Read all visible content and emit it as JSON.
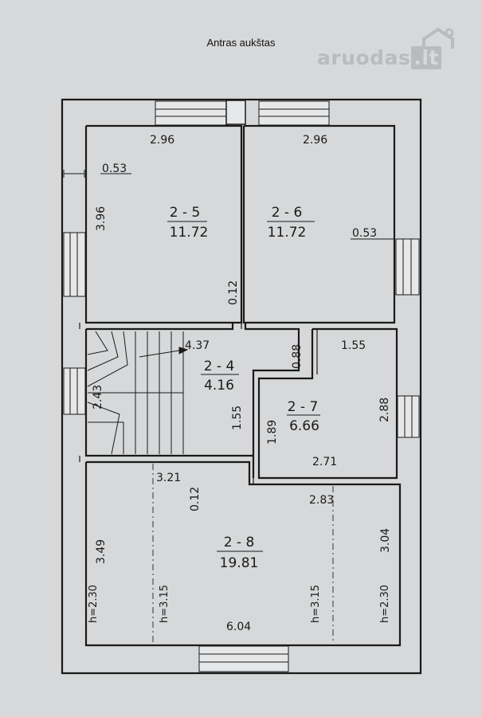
{
  "title": "Antras aukštas",
  "watermark": {
    "text": "aruodas",
    "suffix": ".lt",
    "icon": "house-icon"
  },
  "rooms": [
    {
      "id": "2 - 5",
      "area": "11.72"
    },
    {
      "id": "2 - 6",
      "area": "11.72"
    },
    {
      "id": "2 - 4",
      "area": "4.16"
    },
    {
      "id": "2 - 7",
      "area": "6.66"
    },
    {
      "id": "2 - 8",
      "area": "19.81"
    }
  ],
  "dimensions": {
    "r5_width": "2.96",
    "r6_width": "2.96",
    "wall_left": "0.53",
    "wall_right": "0.53",
    "r5_height": "3.96",
    "partition_top": "0.12",
    "hall_length": "4.37",
    "hall_notch": "0.88",
    "r7_top": "1.55",
    "r7_height": "2.88",
    "stair_width": "2.43",
    "hall_width": "1.55",
    "r7_left": "1.89",
    "r7_bottom": "2.71",
    "r8_left_top": "3.21",
    "partition_bottom": "0.12",
    "r8_right_top": "2.83",
    "r8_left_height": "3.49",
    "r8_right_height": "3.04",
    "r8_width": "6.04"
  },
  "heights": {
    "h_left": "h=2.30",
    "h_mid_left": "h=3.15",
    "h_mid_right": "h=3.15",
    "h_right": "h=2.30"
  }
}
